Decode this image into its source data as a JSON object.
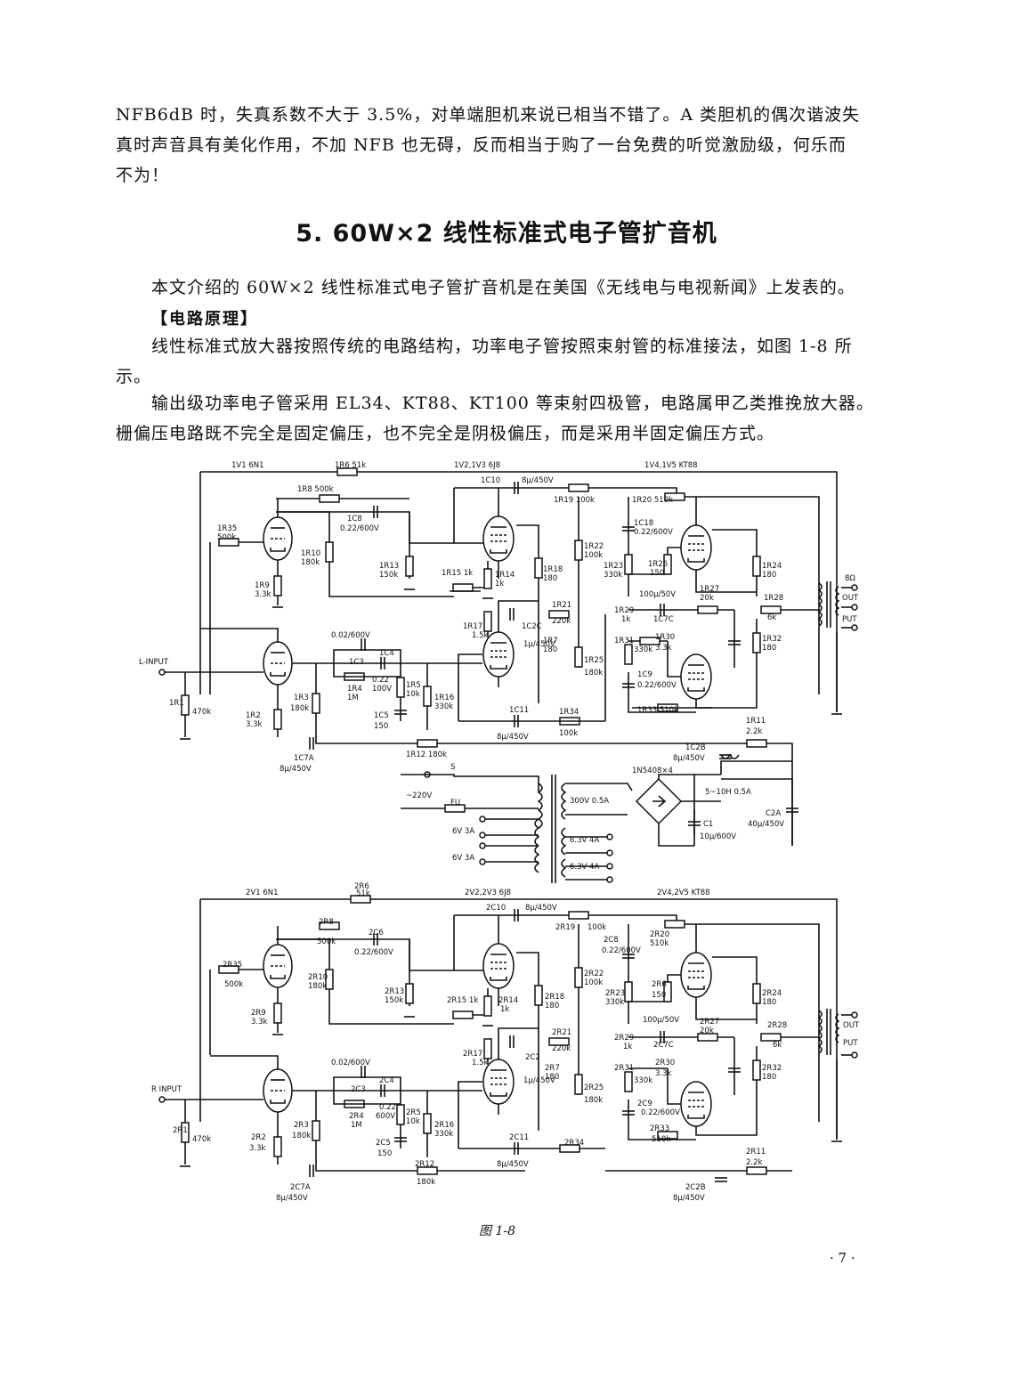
{
  "paragraphs": {
    "p1_line1": "NFB6dB 时，失真系数不大于 3.5%，对单端胆机来说已相当不错了。A 类胆机的偶次谐波失",
    "p1_line2": "真时声音具有美化作用，不加 NFB 也无碍，反而相当于购了一台免费的听觉激励级，何乐而",
    "p1_line3": "不为！",
    "section_title": "5.  60W×2 线性标准式电子管扩音机",
    "p2": "本文介绍的 60W×2 线性标准式电子管扩音机是在美国《无线电与电视新闻》上发表的。",
    "subhead": "【电路原理】",
    "p3_line1": "线性标准式放大器按照传统的电路结构，功率电子管按照束射管的标准接法，如图 1-8 所",
    "p3_line2": "示。",
    "p4_line1": "输出级功率电子管采用 EL34、KT88、KT100 等束射四极管，电路属甲乙类推挽放大器。",
    "p4_line2": "栅偏压电路既不完全是固定偏压，也不完全是阴极偏压，而是采用半固定偏压方式。"
  },
  "schematic": {
    "top": {
      "tube1": "1V1 6N1",
      "tube2": "1V2,1V3 6J8",
      "tube3": "1V4,1V5 KT88",
      "R6": "1R6  51k",
      "R8": "1R8  500k",
      "C10": "1C10",
      "C10v": "8μ/450V",
      "R19": "1R19  100k",
      "R20": "1R20  510k",
      "C8": "1C8",
      "C8v": "0.22/600V",
      "C18": "1C18",
      "C18v": "0.22/600V",
      "R35": "1R35",
      "R35v": "500k",
      "R10": "1R10",
      "R10v": "180k",
      "R13": "1R13",
      "R13v": "150k",
      "R15": "1R15  1k",
      "R14": "1R14",
      "R14v": "1k",
      "R18": "1R18",
      "R18v": "180",
      "R22": "1R22",
      "R22v": "100k",
      "R23": "1R23",
      "R23v": "330k",
      "R26": "1R26",
      "R26v": "150",
      "R24": "1R24",
      "R24v": "180",
      "R9": "1R9",
      "R9v": "3.3k",
      "R29": "1R29",
      "R29v": "1k",
      "C7cap": "100μ/50V",
      "R27": "1R27",
      "R27v": "20k",
      "R28": "1R28",
      "R28v": "6k",
      "out": "8Ω",
      "out2": "OUT",
      "out3": "PUT",
      "R17": "1R17",
      "R17v": "1.5k",
      "C2C": "1C2C",
      "C2Cv": "1μ/450V",
      "R21": "1R21",
      "R21v": "220k",
      "R7": "1R7",
      "R7v": "180",
      "C7C": "1C7C",
      "R30": "1R30",
      "R30v": "3.3k",
      "R31": "1R31",
      "R31v": "330k",
      "R32": "1R32",
      "R32v": "180",
      "C02": "0.02/600V",
      "C3": "1C3",
      "C4": "1C4",
      "input": "L-INPUT",
      "R1": "1R1",
      "R1v": "470k",
      "R4": "1R4",
      "R4v": "1M",
      "C4v": "0.22",
      "C4v2": "100V",
      "R5": "1R5",
      "R5v": "10k",
      "R16": "1R16",
      "R16v": "330k",
      "R25": "1R25",
      "R25v": "180k",
      "C9": "1C9",
      "C9v": "0.22/600V",
      "R3": "1R3",
      "R3v": "180k",
      "R2": "1R2",
      "R2v": "3.3k",
      "C5": "1C5",
      "C5v": "150",
      "C11": "1C11",
      "C11v": "8μ/450V",
      "R34": "1R34",
      "R34v": "100k",
      "R33": "1R33  510k",
      "R11": "1R11",
      "R11v": "2.2k",
      "C7A": "1C7A",
      "C7Av": "8μ/450V",
      "R12": "1R12  180k",
      "C2B": "1C2B",
      "C2Bv": "8μ/450V"
    },
    "psu": {
      "S": "S",
      "mains": "~220V",
      "FU": "FU",
      "diodes": "1N5408×4",
      "sec1": "300V 0.5A",
      "sec2": "6.3V 4A",
      "sec3": "6.3V 4A",
      "fil1": "6V 3A",
      "fil2": "6V 3A",
      "choke": "5~10H 0.5A",
      "C1": "C1",
      "C1v": "10μ/600V",
      "C2A": "C2A",
      "C2Av": "40μ/450V"
    },
    "bottom": {
      "tube1": "2V1 6N1",
      "tube2": "2V2,2V3 6J8",
      "tube3": "2V4,2V5 KT88",
      "R6": "2R6",
      "R6v": "51k",
      "C10": "2C10",
      "C10v": "8μ/450V",
      "R8": "2R8",
      "R8v": "500k",
      "C6": "2C6",
      "C6v": "0.22/600V",
      "R19": "2R19",
      "R19v": "100k",
      "C8": "2C8",
      "C8v": "0.22/600V",
      "R20": "2R20",
      "R20v": "510k",
      "R35": "2R35",
      "R35v": "500k",
      "R10": "2R10",
      "R10v": "180k",
      "R13": "2R13",
      "R13v": "150k",
      "R15": "2R15  1k",
      "R14": "2R14",
      "R14v": "1k",
      "R18": "2R18",
      "R18v": "180",
      "R22": "2R22",
      "R22v": "100k",
      "R23": "2R23",
      "R23v": "330k",
      "R26": "2R6",
      "R26v": "150",
      "R24": "2R24",
      "R24v": "180",
      "R9": "2R9",
      "R9v": "3.3k",
      "C7cap": "100μ/50V",
      "R27": "2R27",
      "R27v": "20k",
      "R28": "2R28",
      "R28v": "6k",
      "out2": "OUT",
      "out3": "PUT",
      "R29": "2R29",
      "R29v": "1k",
      "C7C": "2C7C",
      "R17": "2R17",
      "R17v": "1.5k",
      "C2C": "2C2",
      "C2Cv": "1μ/450V",
      "R21": "2R21",
      "R21v": "220k",
      "R7": "2R7",
      "R7v": "180",
      "R30": "2R30",
      "R30v": "3.3k",
      "R31": "2R31",
      "R31v": "330k",
      "R32": "2R32",
      "R32v": "180",
      "C02": "0.02/600V",
      "C3": "2C3",
      "C4": "2C4",
      "C4v": "0.22",
      "C4v2": "600V",
      "input": "R  INPUT",
      "R5": "2R5",
      "R5v": "10k",
      "R16": "2R16",
      "R16v": "330k",
      "R25": "2R25",
      "R25v": "180k",
      "C9": "2C9",
      "C9v": "0.22/600V",
      "R4": "2R4",
      "R4v": "1M",
      "R1": "2R1",
      "R1v": "470k",
      "R2": "2R2",
      "R2v": "3.3k",
      "R3": "2R3",
      "R3v": "180k",
      "C5": "2C5",
      "C5v": "150",
      "C11": "2C11",
      "C11v": "8μ/450V",
      "R34": "2R34",
      "R33": "2R33",
      "R33v": "510k",
      "R11": "2R11",
      "R11v": "2.2k",
      "C7A": "2C7A",
      "C7Av": "8μ/450V",
      "R12": "2R12",
      "R12v": "180k",
      "C2B": "2C2B",
      "C2Bv": "8μ/450V"
    },
    "caption": "图  1-8"
  },
  "page_number": "· 7 ·"
}
